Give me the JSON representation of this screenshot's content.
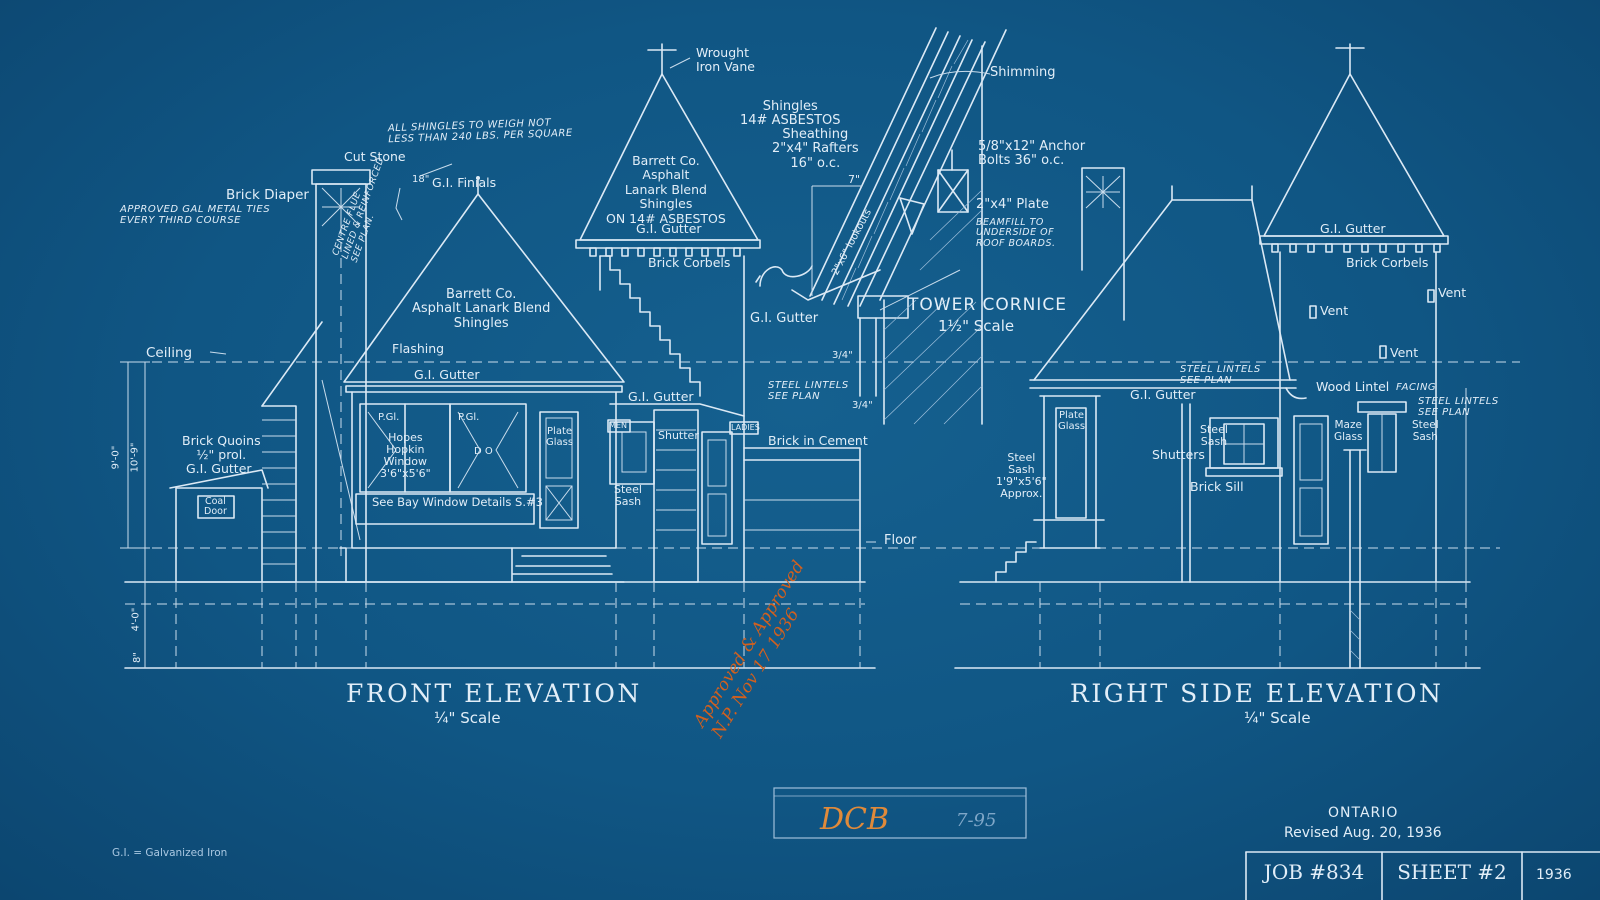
{
  "views": {
    "front": {
      "title": "FRONT ELEVATION",
      "scale": "¼\" Scale"
    },
    "side": {
      "title": "RIGHT SIDE ELEVATION",
      "scale": "¼\" Scale"
    },
    "cornice": {
      "title": "TOWER CORNICE",
      "scale": "1½\" Scale"
    }
  },
  "front_labels": {
    "wrought": "Wrought\nIron Vane",
    "shingle_note": "ALL SHINGLES TO WEIGH NOT\nLESS THAN 240 LBS. PER SQUARE",
    "cut_stone": "Cut Stone",
    "brick_diaper": "Brick Diaper",
    "metal_ties": "APPROVED GAL METAL TIES\nEVERY THIRD COURSE",
    "dim_18": "18\"",
    "finials": "G.I. Finials",
    "tower_shingles": "Barrett Co.\nAsphalt\nLanark Blend\nShingles\nON 14# ASBESTOS",
    "tower_gutter": "G.I. Gutter",
    "brick_corbels": "Brick Corbels",
    "flue": "CENTRE FLUE\nLINED & REINFORCED\nSEE PLAN.",
    "roof_shingles": "Barrett Co.\nAsphalt Lanark Blend\nShingles",
    "ceiling": "Ceiling",
    "flashing": "Flashing",
    "gutter_main": "G.I. Gutter",
    "gutter_right": "G.I. Gutter",
    "steel_lintels": "STEEL LINTELS\nSEE PLAN",
    "dim_9": "9'-0\"",
    "dim_10": "10'-9\"",
    "brick_quoins": "Brick Quoins\n½\" prol.",
    "gutter_left": "G.I. Gutter",
    "coal_door": "Coal\nDoor",
    "pgl_left": "P.Gl.",
    "pgl_right": "P.Gl.",
    "window_note": "Hopes\nHopkin\nWindow\n3'6\"x5'6\"",
    "do": "D O",
    "plate_glass": "Plate\nGlass",
    "bay_note": "See Bay Window Details S.#3",
    "men": "MEN",
    "shutter": "Shutter",
    "ladies": "LADIES",
    "brick_cement": "Brick in Cement",
    "steel_sash": "Steel\nSash",
    "floor": "Floor",
    "dim_4": "4'-0\"",
    "dim_8": "8\"",
    "gi_note": "G.I. = Galvanized Iron"
  },
  "cornice_labels": {
    "shimming": "Shimming",
    "shingles": "Shingles\n14# ASBESTOS",
    "sheathing": "Sheathing\n2\"x4\" Rafters\n16\" o.c.",
    "anchor": "5/8\"x12\" Anchor\nBolts 36\" o.c.",
    "dim_7": "7\"",
    "plate": "2\"x4\" Plate",
    "beam_fill": "BEAMFILL TO\nUNDERSIDE OF\nROOF BOARDS.",
    "lookouts": "2\"x6\" lookouts",
    "gi_gutter": "G.I. Gutter",
    "dim_34a": "3/4\"",
    "dim_34b": "3/4\""
  },
  "side_labels": {
    "gutter_tower": "G.I. Gutter",
    "brick_corbels": "Brick Corbels",
    "vent1": "Vent",
    "vent2": "Vent",
    "vent3": "Vent",
    "steel_lintels1": "STEEL LINTELS\nSEE PLAN",
    "wood_lintel": "Wood Lintel",
    "facing": "FACING",
    "steel_lintels2": "STEEL LINTELS\nSEE PLAN",
    "gutter_main": "G.I. Gutter",
    "plate_glass": "Plate\nGlass",
    "steel_sash_left": "Steel\nSash",
    "shutters": "Shutters",
    "maze_glass": "Maze\nGlass",
    "steel_sash_right": "Steel\nSash",
    "steel_sash_size": "Steel\nSash\n1'9\"x5'6\"\nApprox.",
    "brick_sill": "Brick Sill"
  },
  "title_block": {
    "location": "ONTARIO",
    "revised": "Revised Aug. 20, 1936",
    "job": "JOB #834",
    "sheet": "SHEET #2",
    "year": "1936"
  },
  "handwriting": {
    "approval": "Approved & Approved\nN.P. Nov 17 1936",
    "initials": "DCB",
    "stamp_mark": "7-95"
  }
}
